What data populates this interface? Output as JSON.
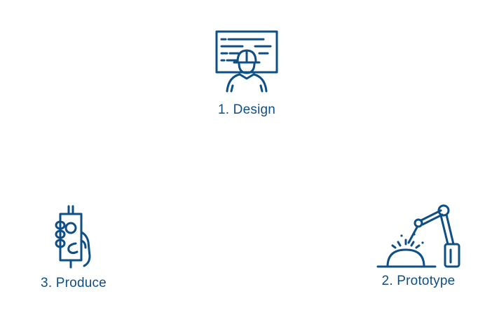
{
  "steps": [
    {
      "label": "1. Design",
      "icon": "engineer-at-screen-icon"
    },
    {
      "label": "2. Prototype",
      "icon": "robot-arm-welding-icon"
    },
    {
      "label": "3. Produce",
      "icon": "hand-holding-product-icon"
    }
  ],
  "colors": {
    "accent": "#0e4f86",
    "background": "#ffffff"
  }
}
